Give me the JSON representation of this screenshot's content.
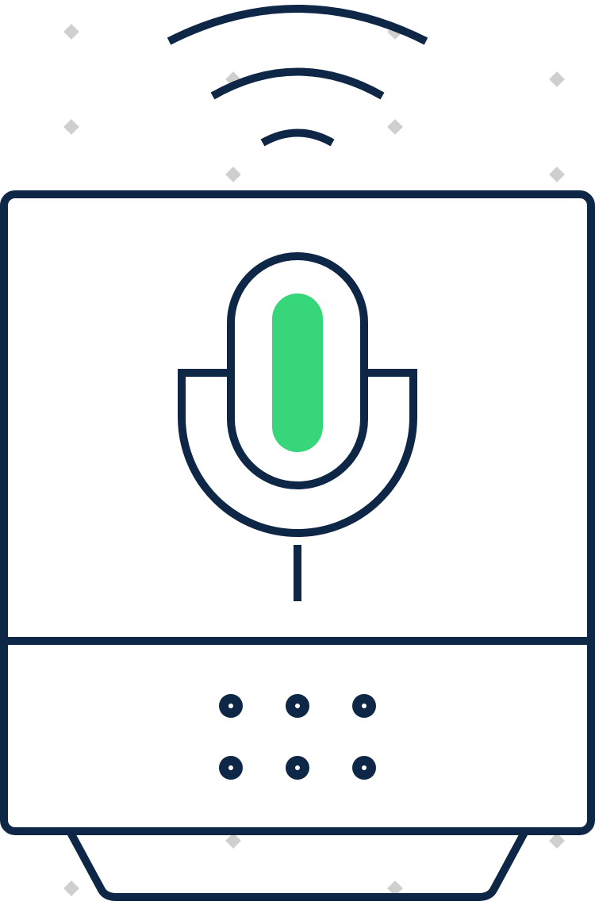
{
  "illustration": {
    "subject": "smart-speaker-voice-assistant",
    "colors": {
      "outline": "#0f2747",
      "accent": "#37d67a",
      "background": "#ffffff",
      "watermark": "#cfcfcf"
    },
    "icons": {
      "wifi": "wifi-signal-icon",
      "microphone": "microphone-icon",
      "speaker": "smart-speaker-icon"
    },
    "indicator_dots": {
      "rows": 2,
      "columns": 3
    }
  }
}
